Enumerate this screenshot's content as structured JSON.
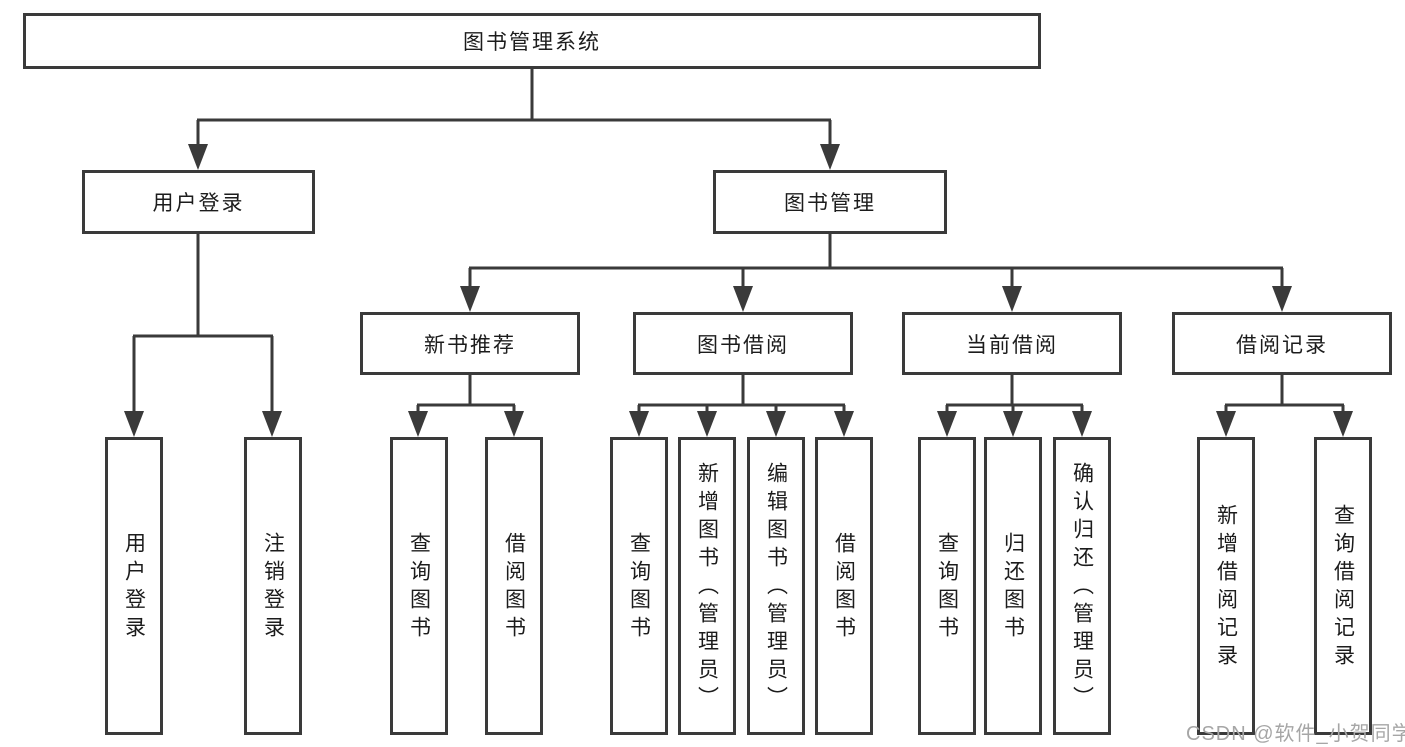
{
  "diagram": {
    "root": {
      "label": "图书管理系统"
    },
    "branches": [
      {
        "label": "用户登录",
        "children": [
          {
            "label": "用户登录"
          },
          {
            "label": "注销登录"
          }
        ]
      },
      {
        "label": "图书管理",
        "children": [
          {
            "label": "新书推荐",
            "children": [
              {
                "label": "查询图书"
              },
              {
                "label": "借阅图书"
              }
            ]
          },
          {
            "label": "图书借阅",
            "children": [
              {
                "label": "查询图书"
              },
              {
                "label": "新增图书（管理员）"
              },
              {
                "label": "编辑图书（管理员）"
              },
              {
                "label": "借阅图书"
              }
            ]
          },
          {
            "label": "当前借阅",
            "children": [
              {
                "label": "查询图书"
              },
              {
                "label": "归还图书"
              },
              {
                "label": "确认归还（管理员）"
              }
            ]
          },
          {
            "label": "借阅记录",
            "children": [
              {
                "label": "新增借阅记录"
              },
              {
                "label": "查询借阅记录"
              }
            ]
          }
        ]
      }
    ]
  },
  "watermark": {
    "text": "CSDN @软件_小贺同学"
  },
  "colors": {
    "line": "#3a3a3a",
    "box_fill": "#ffffff",
    "text": "#1c1c1c",
    "watermark": "#a6a6a6",
    "background": "#ffffff"
  }
}
